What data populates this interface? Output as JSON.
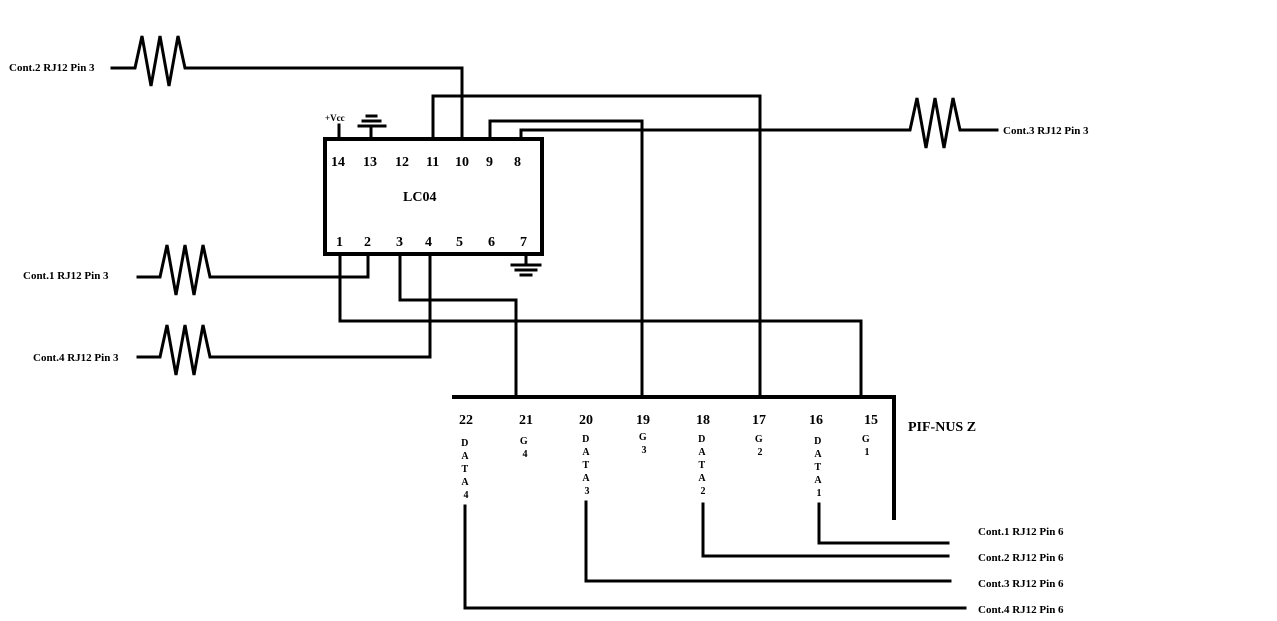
{
  "ic": {
    "name": "LC04",
    "top_pins": [
      "14",
      "13",
      "12",
      "11",
      "10",
      "9",
      "8"
    ],
    "bottom_pins": [
      "1",
      "2",
      "3",
      "4",
      "5",
      "6",
      "7"
    ],
    "vcc_label": "+Vcc"
  },
  "resistor_labels": {
    "cont2": "Cont.2 RJ12 Pin 3",
    "cont3": "Cont.3 RJ12 Pin 3",
    "cont1": "Cont.1 RJ12 Pin 3",
    "cont4": "Cont.4 RJ12 Pin 3"
  },
  "connector": {
    "name": "PIF-NUS Z",
    "pins": [
      {
        "num": "22",
        "signal": [
          "D",
          "A",
          "T",
          "A",
          "4"
        ]
      },
      {
        "num": "21",
        "signal": [
          "G",
          "4"
        ]
      },
      {
        "num": "20",
        "signal": [
          "D",
          "A",
          "T",
          "A",
          "3"
        ]
      },
      {
        "num": "19",
        "signal": [
          "G",
          "3"
        ]
      },
      {
        "num": "18",
        "signal": [
          "D",
          "A",
          "T",
          "A",
          "2"
        ]
      },
      {
        "num": "17",
        "signal": [
          "G",
          "2"
        ]
      },
      {
        "num": "16",
        "signal": [
          "D",
          "A",
          "T",
          "A",
          "1"
        ]
      },
      {
        "num": "15",
        "signal": [
          "G",
          "1"
        ]
      }
    ]
  },
  "output_labels": [
    "Cont.1 RJ12 Pin 6",
    "Cont.2 RJ12 Pin 6",
    "Cont.3 RJ12 Pin 6",
    "Cont.4 RJ12 Pin 6"
  ]
}
